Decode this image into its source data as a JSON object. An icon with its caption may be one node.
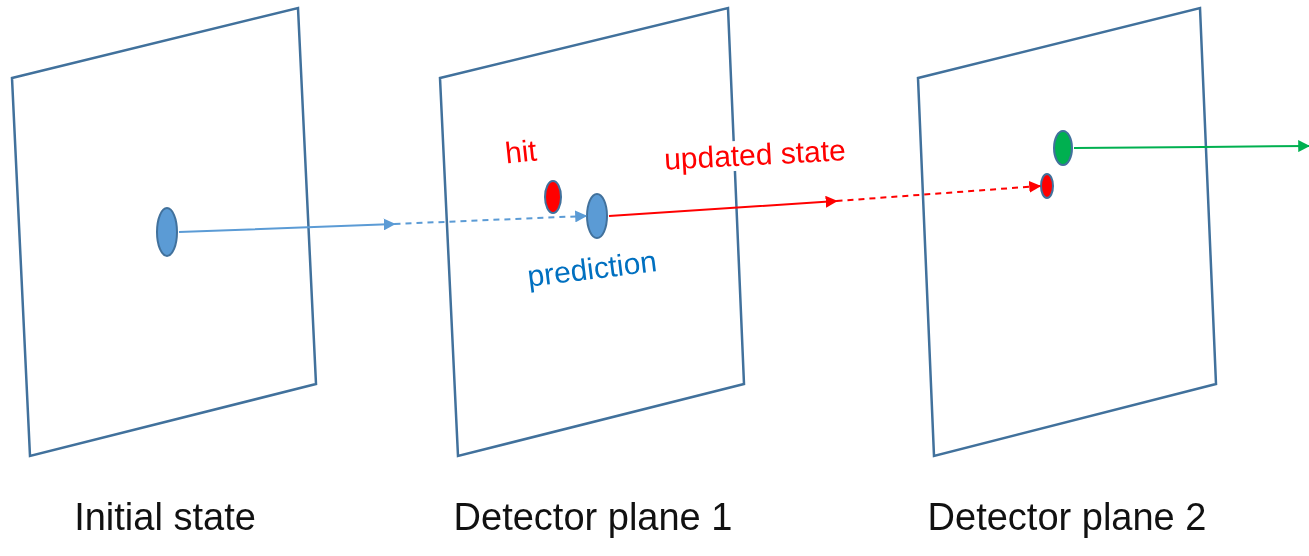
{
  "diagram": {
    "nodes": [
      {
        "text": [
          "Initial state"
        ]
      },
      {
        "text": [],
        "shape": "circle",
        "in": 0
      },
      {
        "text": [
          "Detector plane 1"
        ]
      },
      {
        "text": [],
        "shape": "circle",
        "in": 2,
        "beside": [
          "hit"
        ]
      },
      {
        "text": [],
        "shape": "circle",
        "in": 2,
        "beside": [
          "prediction"
        ]
      },
      {
        "text": [
          "Detector plane 2"
        ]
      },
      {
        "text": [],
        "shape": "circle",
        "in": 5
      },
      {
        "text": [],
        "shape": "circle",
        "in": 5
      }
    ],
    "edges": [
      {
        "from": 1,
        "to": 4,
        "arrow": "to",
        "style": "dashed",
        "color": "#5b9bd5"
      },
      {
        "from": 4,
        "to": 7,
        "arrow": "to",
        "label": "updated state",
        "style": "dashed",
        "color": "#ff0000"
      },
      {
        "from": 6,
        "to": null,
        "arrow": "to",
        "color": "#00b050"
      }
    ]
  }
}
